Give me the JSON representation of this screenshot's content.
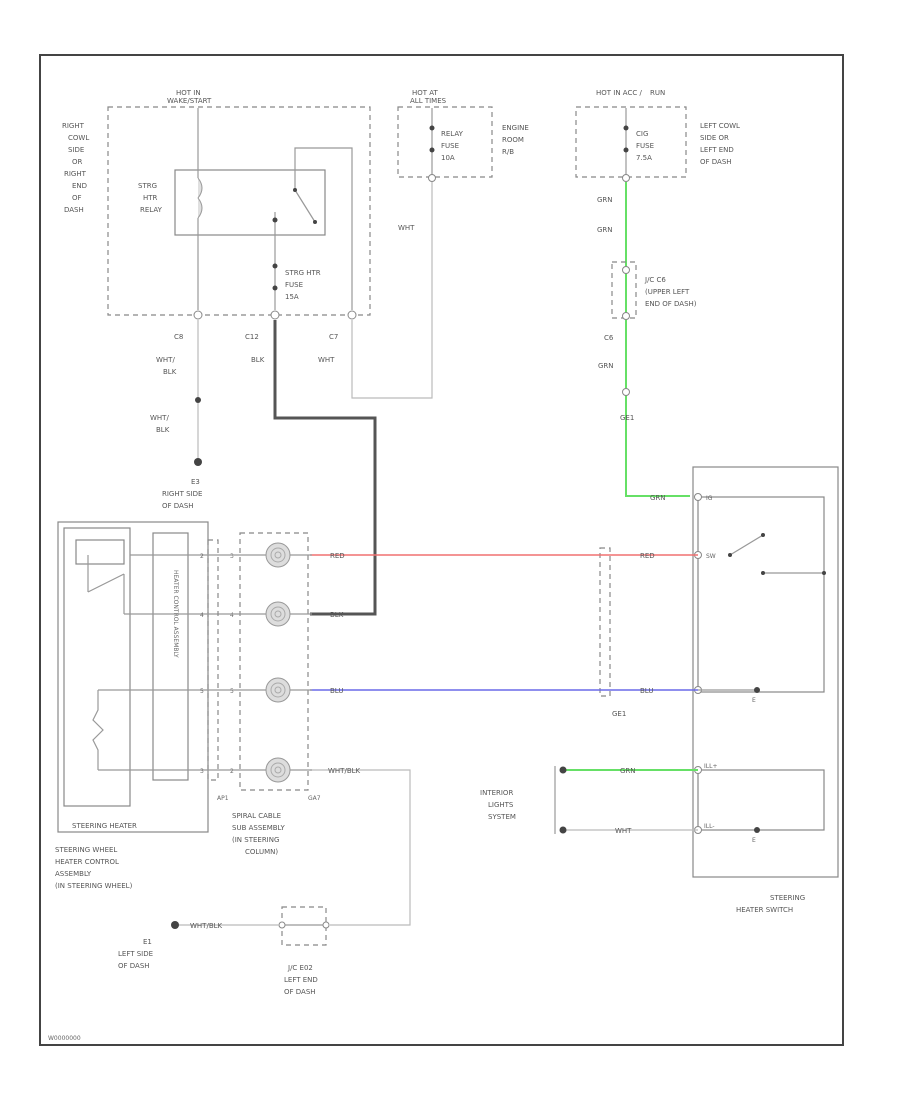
{
  "fuses": {
    "strg_htr_relay_box": {
      "hot": "HOT IN",
      "hot_sub": "WAKE/START",
      "location": [
        "RIGHT",
        "COWL",
        "SIDE",
        "OR",
        "RIGHT",
        "END",
        "OF",
        "DASH"
      ],
      "relay": [
        "STRG",
        "HTR",
        "RELAY"
      ],
      "fuse": [
        "STRG HTR",
        "FUSE",
        "15A"
      ]
    },
    "engine_room_box": {
      "hot": "HOT AT",
      "hot_sub": "ALL TIMES",
      "fuse": [
        "RELAY",
        "FUSE",
        "10A"
      ],
      "location": [
        "ENGINE",
        "ROOM",
        "R/B"
      ]
    },
    "left_cowl_box": {
      "hot": "HOT IN ACC / ",
      "hot_sub": "RUN",
      "fuse": [
        "CIG",
        "FUSE",
        "7.5A"
      ],
      "location": [
        "LEFT COWL",
        "SIDE OR",
        "LEFT END",
        "OF DASH"
      ]
    }
  },
  "wires": {
    "c8": "C8",
    "c8_color": "WHT/",
    "c8_color2": "BLK",
    "c8_color_b": "WHT/",
    "c8_color2_b": "BLK",
    "c12": "C12",
    "c12_color": "BLK",
    "c7": "C7",
    "c7_color": "WHT",
    "eng_room_color": "WHT",
    "cowl_grn1": "GRN",
    "cowl_grn2": "GRN",
    "cowl_grn3": "GRN",
    "cowl_grn4": "GRN",
    "red": "RED",
    "blk": "BLK",
    "blu_a": "BLU",
    "blu_b": "BLU",
    "wht_blk": "WHT/BLK",
    "wht_blk_gnd": "WHT/BLK",
    "grn_interior": "GRN",
    "wht_interior": "WHT",
    "red_b": "RED",
    "grn_sw": "GRN"
  },
  "connectors": {
    "j_c6_1": "J/C C6",
    "j_c6_2": "(UPPER LEFT",
    "j_c6_3": "END OF DASH)",
    "c6_pin": "C6",
    "ge1": "GE1",
    "ge1_b": "GE1",
    "e3": "E3",
    "e3_loc": [
      "RIGHT SIDE",
      "OF DASH"
    ],
    "e1": "E1",
    "e1_loc": [
      "LEFT SIDE",
      "OF DASH"
    ],
    "j_c_e02": "J/C E02",
    "j_c_e02_loc": [
      "LEFT END",
      "OF DASH"
    ],
    "ap1": "AP1",
    "ga7": "GA7"
  },
  "components": {
    "steering_heater": "STEERING HEATER",
    "heater_control": "HEATER CONTROL ASSEMBLY",
    "steering_wheel_heater": [
      "STEERING WHEEL",
      "HEATER CONTROL",
      "ASSEMBLY",
      "(IN STEERING WHEEL)"
    ],
    "spiral_cable": [
      "SPIRAL CABLE",
      "SUB ASSEMBLY",
      "(IN STEERING",
      "COLUMN)"
    ],
    "interior_lights": [
      "INTERIOR",
      "LIGHTS",
      "SYSTEM"
    ],
    "steering_heater_switch": [
      "STEERING",
      "HEATER SWITCH"
    ],
    "switch_ill": "ILL+",
    "switch_pins": [
      "IG",
      "SW",
      "E",
      "ILL-",
      "E"
    ]
  },
  "pins": {
    "spiral": [
      "3",
      "4",
      "5",
      "2"
    ],
    "heater": [
      "2",
      "4",
      "5",
      "3"
    ]
  },
  "footer_code": "W0000000"
}
